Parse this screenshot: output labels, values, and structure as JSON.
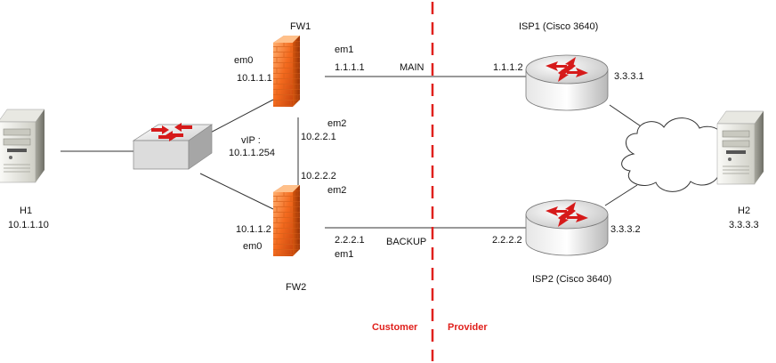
{
  "diagram": {
    "boundary_color": "#e0201c",
    "zones": {
      "customer": "Customer",
      "provider": "Provider"
    },
    "hosts": {
      "h1": {
        "name": "H1",
        "ip": "10.1.1.10",
        "icon": "server-icon"
      },
      "h2": {
        "name": "H2",
        "ip": "3.3.3.3",
        "icon": "server-icon"
      }
    },
    "switch": {
      "icon": "switch-icon",
      "vip_label": "vIP :",
      "vip": "10.1.1.254"
    },
    "fw1": {
      "name": "FW1",
      "icon": "firewall-icon",
      "em0": "em0",
      "em0_ip": "10.1.1.1",
      "em1": "em1",
      "em1_ip": "1.1.1.1",
      "em2": "em2",
      "em2_ip": "10.2.2.1"
    },
    "fw2": {
      "name": "FW2",
      "icon": "firewall-icon",
      "em0": "em0",
      "em0_ip": "10.1.1.2",
      "em1": "em1",
      "em1_ip": "2.2.2.1",
      "em2": "em2",
      "em2_ip": "10.2.2.2"
    },
    "links": {
      "main": "MAIN",
      "backup": "BACKUP"
    },
    "isp1": {
      "name": "ISP1 (Cisco 3640)",
      "icon": "router-icon",
      "wan_ip": "1.1.1.2",
      "lan_ip": "3.3.3.1"
    },
    "isp2": {
      "name": "ISP2 (Cisco 3640)",
      "icon": "router-icon",
      "wan_ip": "2.2.2.2",
      "lan_ip": "3.3.3.2"
    },
    "cloud": {
      "icon": "cloud-icon"
    }
  }
}
